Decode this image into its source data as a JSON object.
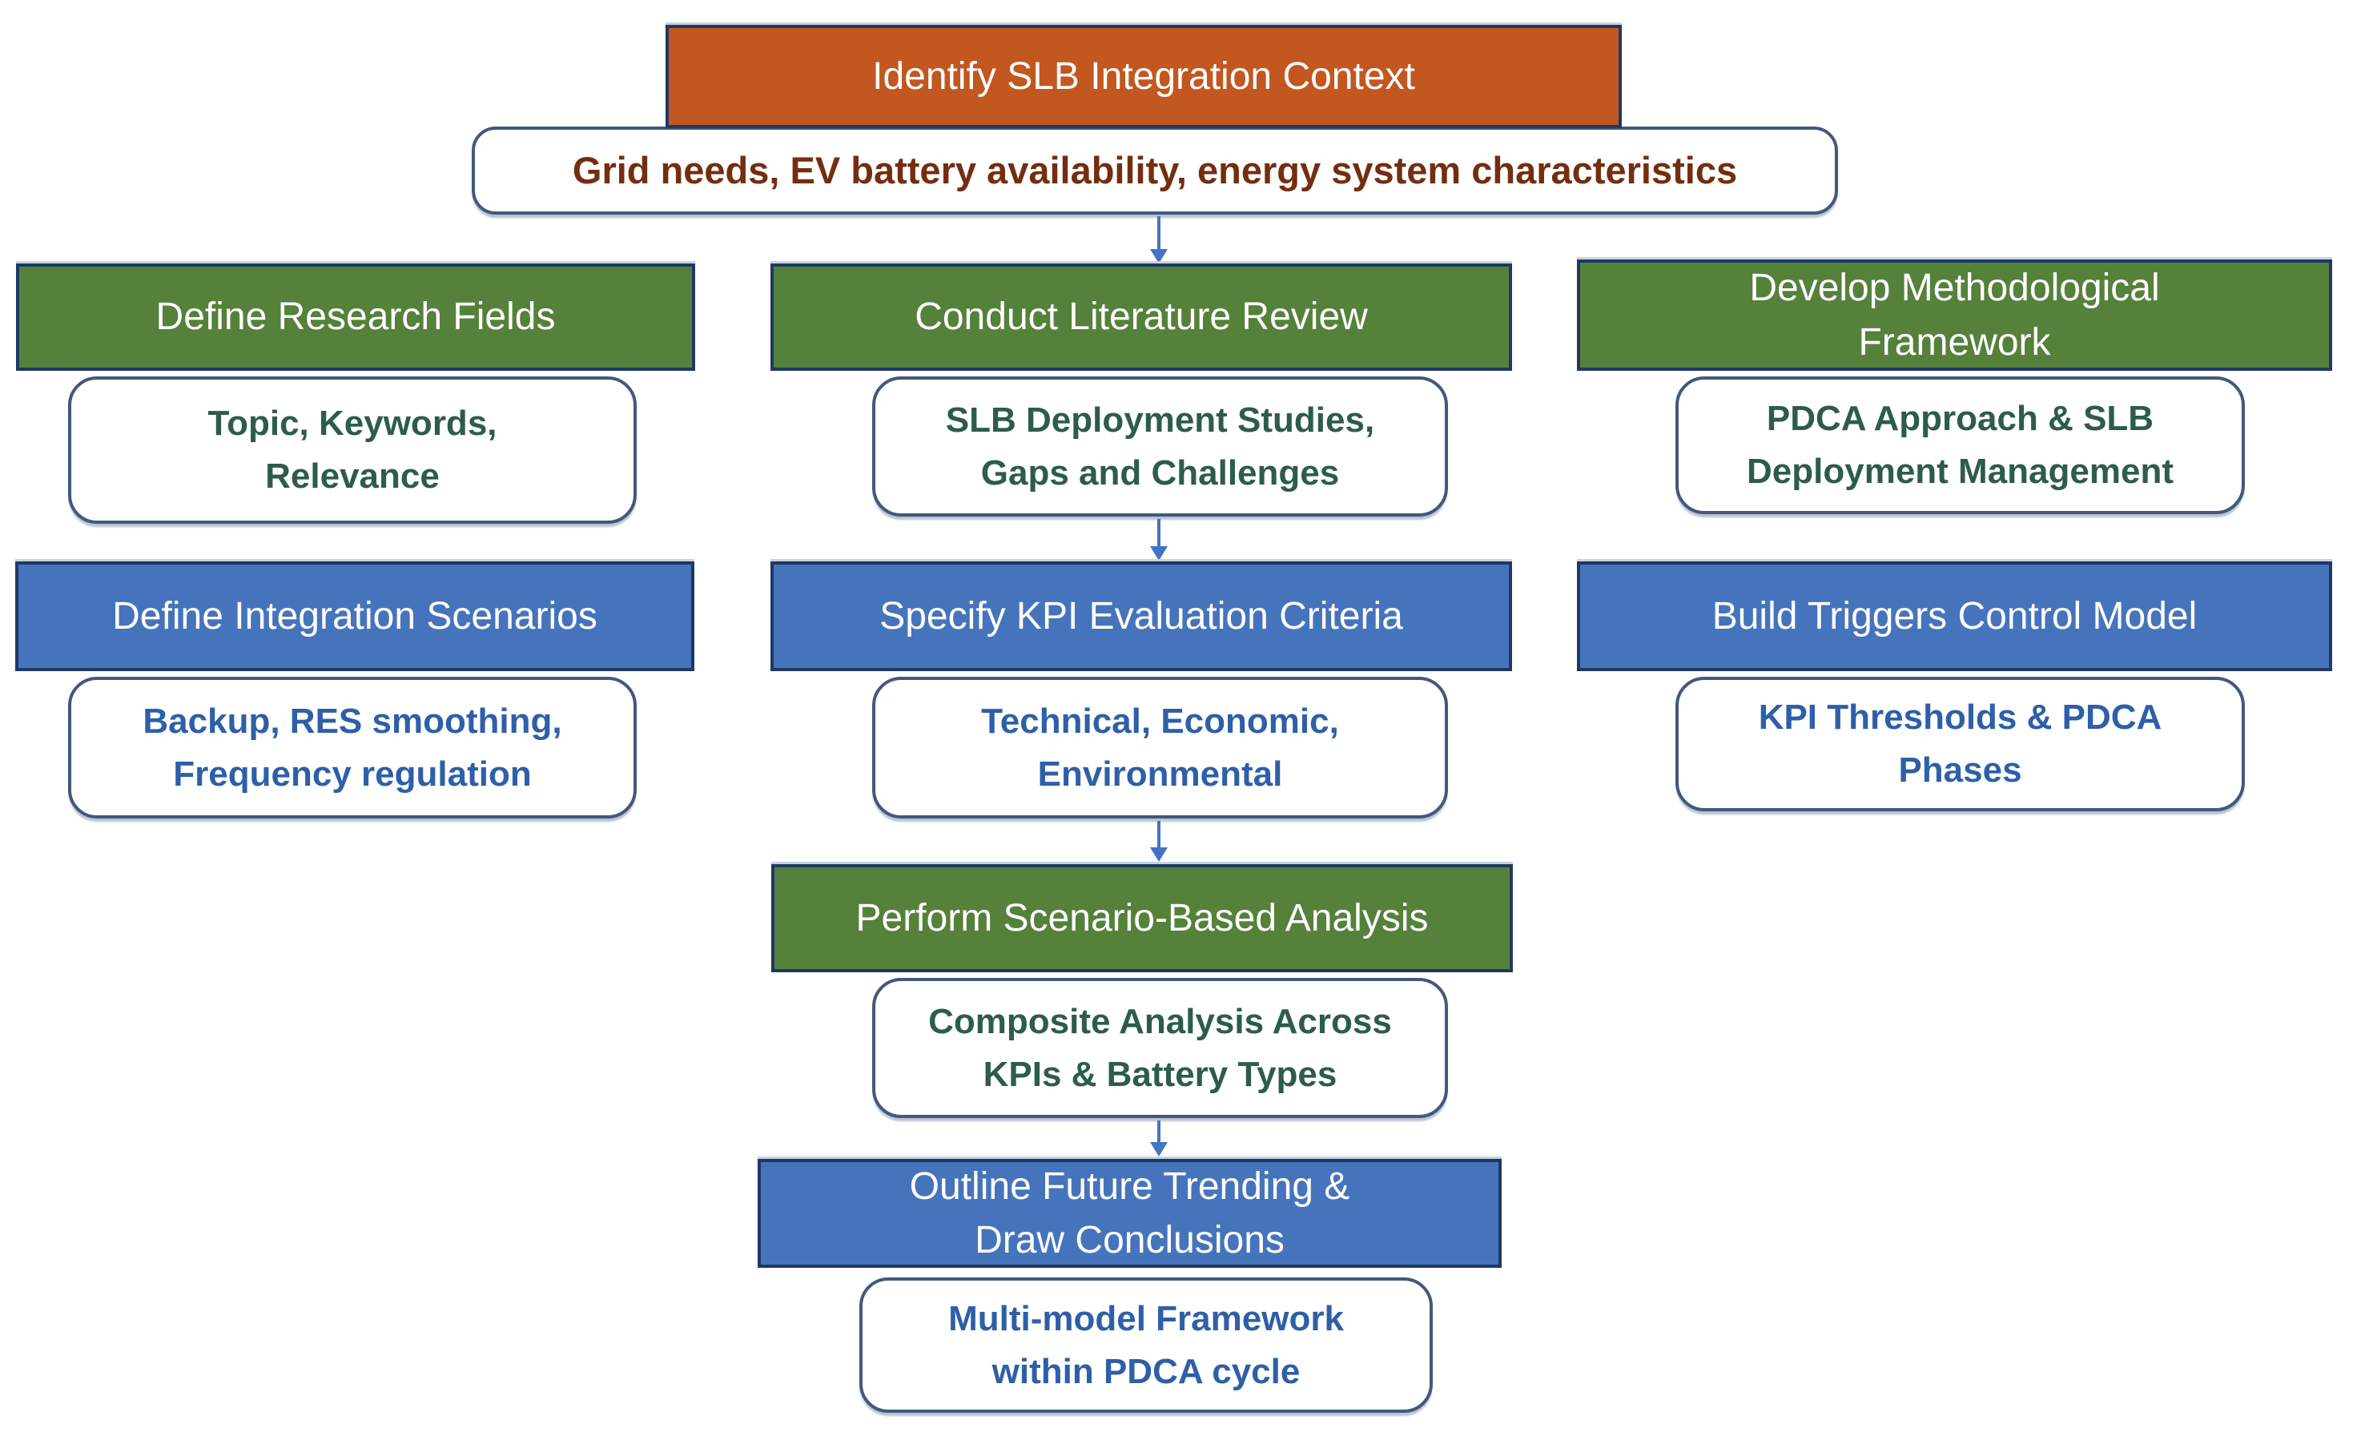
{
  "steps": {
    "identify_context": {
      "title": "Identify SLB Integration Context",
      "detail": "Grid needs, EV battery availability, energy system characteristics"
    },
    "define_research_fields": {
      "title": "Define Research Fields",
      "detail": "Topic, Keywords,\nRelevance"
    },
    "conduct_literature_review": {
      "title": "Conduct Literature Review",
      "detail": "SLB Deployment Studies,\nGaps and Challenges"
    },
    "develop_methodological_framework": {
      "title": "Develop Methodological\nFramework",
      "detail": "PDCA Approach & SLB\nDeployment Management"
    },
    "define_integration_scenarios": {
      "title": "Define Integration Scenarios",
      "detail": "Backup, RES smoothing,\nFrequency regulation"
    },
    "specify_kpi_evaluation_criteria": {
      "title": "Specify KPI Evaluation Criteria",
      "detail": "Technical, Economic,\nEnvironmental"
    },
    "build_triggers_control_model": {
      "title": "Build Triggers Control Model",
      "detail": "KPI Thresholds & PDCA\nPhases"
    },
    "perform_scenario_based_analysis": {
      "title": "Perform Scenario-Based Analysis",
      "detail": "Composite Analysis Across\nKPIs & Battery Types"
    },
    "outline_future_trending": {
      "title": "Outline Future Trending &\nDraw Conclusions",
      "detail": "Multi-model Framework\nwithin PDCA cycle"
    }
  },
  "colors": {
    "orange": "#c2571f",
    "green": "#55813b",
    "blue": "#4674bc",
    "navy_border": "#1f3864",
    "detail_border": "#41597d",
    "text_red": "#732e10",
    "text_green": "#2d5c4a",
    "text_blue": "#2e5fa8",
    "arrow": "#4472c4"
  }
}
